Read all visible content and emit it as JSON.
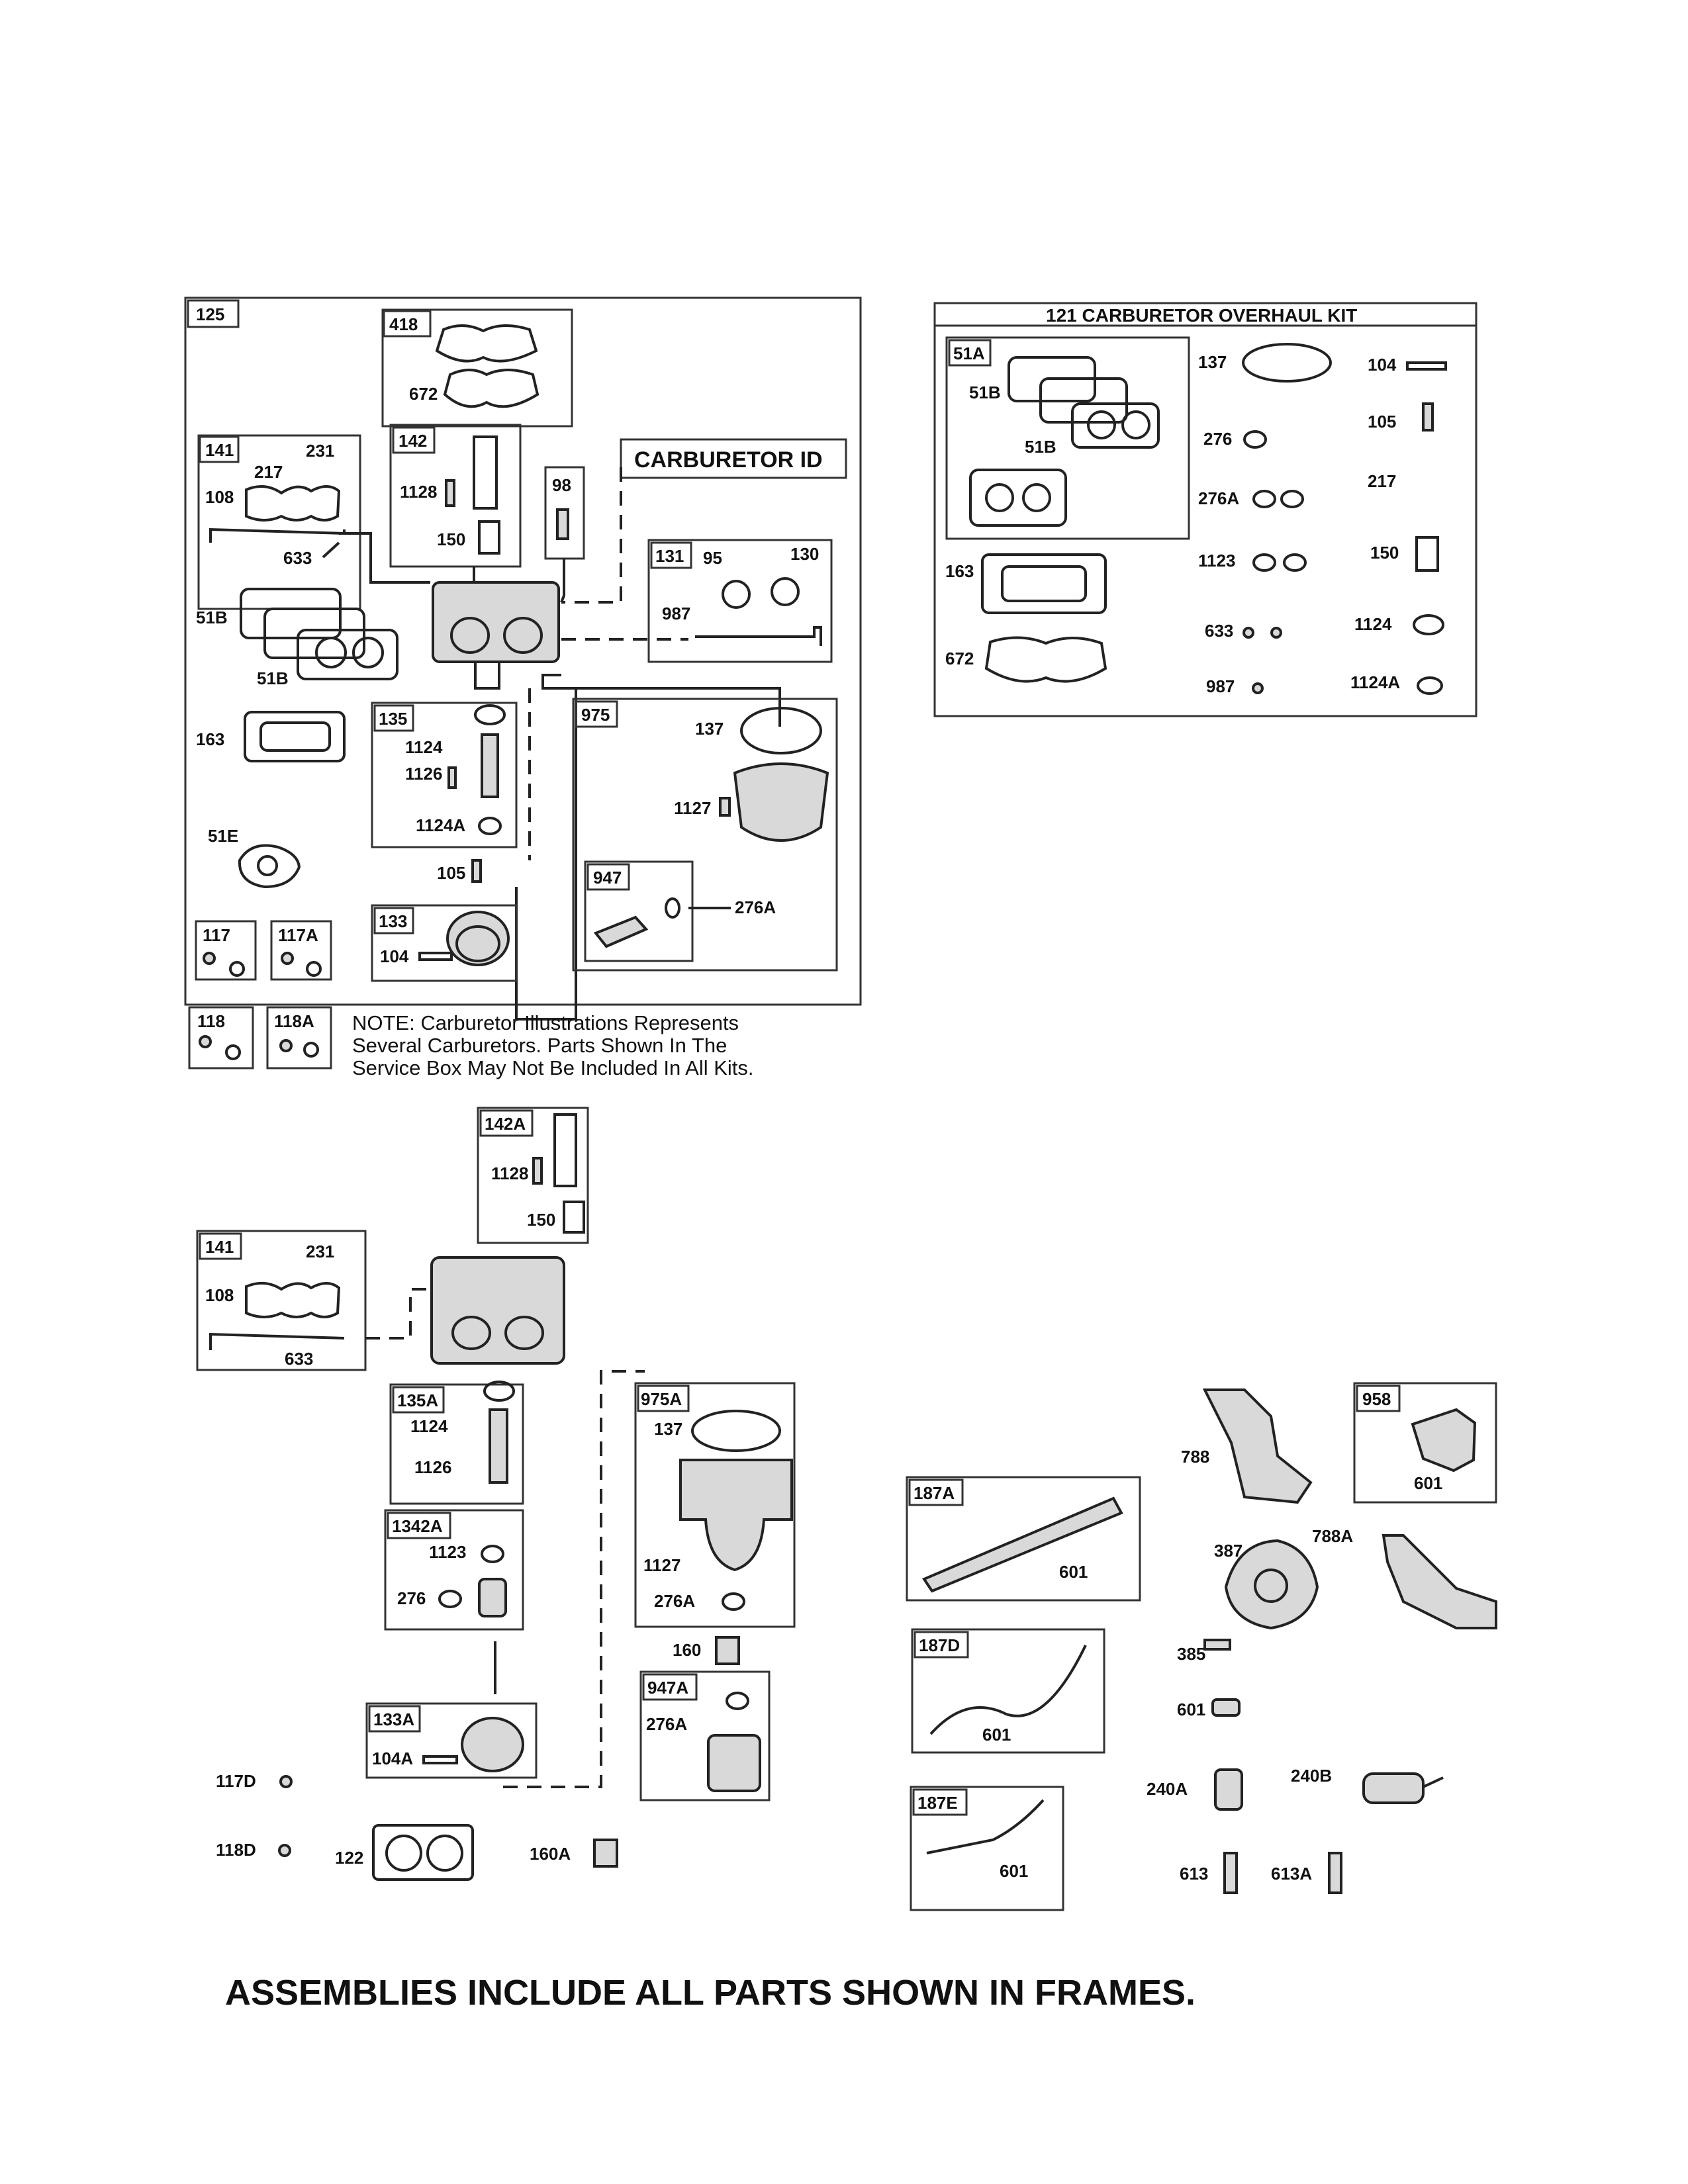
{
  "carburetor_id_label": "CARBURETOR ID",
  "kit_title": "121 CARBURETOR OVERHAUL KIT",
  "note_lines": [
    "NOTE: Carburetor Illustrations Represents",
    "Several Carburetors. Parts Shown In The",
    "Service Box May Not Be Included In All Kits."
  ],
  "footer": "ASSEMBLIES INCLUDE ALL PARTS SHOWN IN FRAMES.",
  "box_labels": {
    "b125": "125",
    "b418": "418",
    "b141": "141",
    "b142": "142",
    "b98": "98",
    "b131": "131",
    "b135": "135",
    "b975": "975",
    "b947": "947",
    "b133": "133",
    "b117": "117",
    "b117A": "117A",
    "b118": "118",
    "b118A": "118A",
    "b142A": "142A",
    "b141b": "141",
    "b135A": "135A",
    "b975A": "975A",
    "b1342A": "1342A",
    "b947A": "947A",
    "b133A": "133A",
    "b187A": "187A",
    "b187D": "187D",
    "b187E": "187E",
    "b958": "958",
    "b51A": "51A"
  },
  "part_labels": {
    "p672a": "672",
    "p108a": "108",
    "p217a": "217",
    "p231a": "231",
    "p633a": "633",
    "p1128a": "1128",
    "p150a": "150",
    "p51Ba": "51B",
    "p51Bb": "51B",
    "p95": "95",
    "p130": "130",
    "p987a": "987",
    "p163a": "163",
    "p1124a": "1124",
    "p1126a": "1126",
    "p1124Aa": "1124A",
    "p137a": "137",
    "p1127a": "1127",
    "p276Aa": "276A",
    "p51E": "51E",
    "p105a": "105",
    "p104a": "104",
    "p1128b": "1128",
    "p150b": "150",
    "p231b": "231",
    "p108b": "108",
    "p633b": "633",
    "p1124b": "1124",
    "p1126b": "1126",
    "p1123a": "1123",
    "p276a": "276",
    "p137b": "137",
    "p1127b": "1127",
    "p276Ab": "276A",
    "p160": "160",
    "p276Ac": "276A",
    "p104A": "104A",
    "p117D": "117D",
    "p118D": "118D",
    "p122": "122",
    "p160A": "160A",
    "k51B1": "51B",
    "k51B2": "51B",
    "k163": "163",
    "k672": "672",
    "k137": "137",
    "k276": "276",
    "k276A": "276A",
    "k1123": "1123",
    "k633": "633",
    "k987": "987",
    "k104": "104",
    "k105": "105",
    "k217": "217",
    "k150": "150",
    "k1124": "1124",
    "k1124A": "1124A",
    "p601a": "601",
    "p601b": "601",
    "p601c": "601",
    "p788": "788",
    "p601d": "601",
    "p387": "387",
    "p788A": "788A",
    "p385": "385",
    "p601e": "601",
    "p240A": "240A",
    "p240B": "240B",
    "p613": "613",
    "p613A": "613A"
  }
}
